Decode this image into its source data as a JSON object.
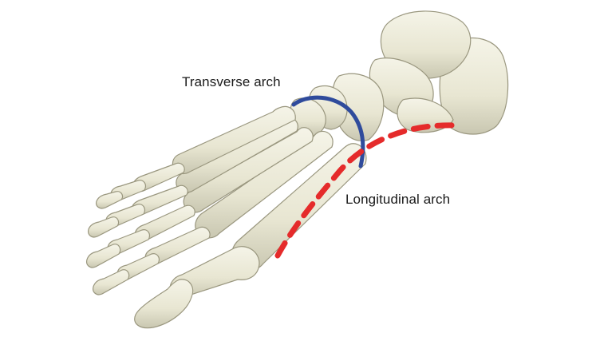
{
  "labels": {
    "transverse": "Transverse arch",
    "longitudinal": "Longitudinal arch"
  },
  "colors": {
    "bone_fill": "#ebe9d8",
    "bone_shadow": "#b9b7a2",
    "bone_outline": "#8f8c78",
    "transverse_arch": "#2f4b9c",
    "longitudinal_arch": "#e52b2b",
    "background": "#ffffff"
  },
  "arches": [
    {
      "name": "transverse",
      "style": "solid"
    },
    {
      "name": "longitudinal",
      "style": "dashed"
    }
  ]
}
